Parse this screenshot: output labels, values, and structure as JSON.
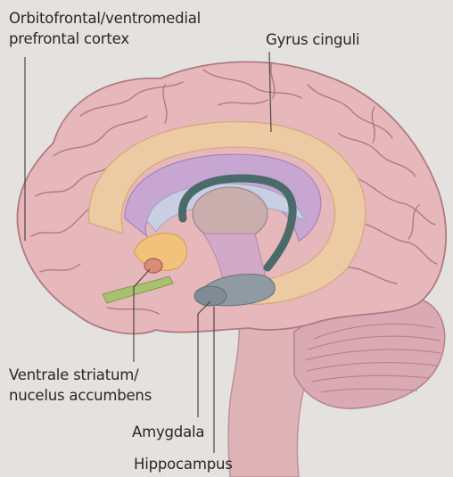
{
  "labels": {
    "orbitofrontal_line1": "Orbitofrontal/ventromedial",
    "orbitofrontal_line2": "prefrontal cortex",
    "gyrus_cinguli": "Gyrus cinguli",
    "striatum_line1": "Ventrale striatum/",
    "striatum_line2": "nucelus accumbens",
    "amygdala": "Amygdala",
    "hippocampus": "Hippocampus"
  },
  "colors": {
    "background": "#e4e2df",
    "cortex": "#e7b8bb",
    "sulci": "#b07983",
    "cingulate": "#eccaa3",
    "corpus_callosum": "#c8a6d2",
    "ventricle": "#c9cfe2",
    "fornix": "#4b6b6a",
    "thalamus": "#c9aeae",
    "amygdala": "#7f8c96",
    "nucleus_accumbens": "#d98c7a",
    "orbitofrontal": "#f0c27a",
    "olfactory": "#a8c070",
    "cerebellum": "#d9aab4",
    "brainstem": "#ddb3b8",
    "leader_lines": "#4a4644"
  }
}
